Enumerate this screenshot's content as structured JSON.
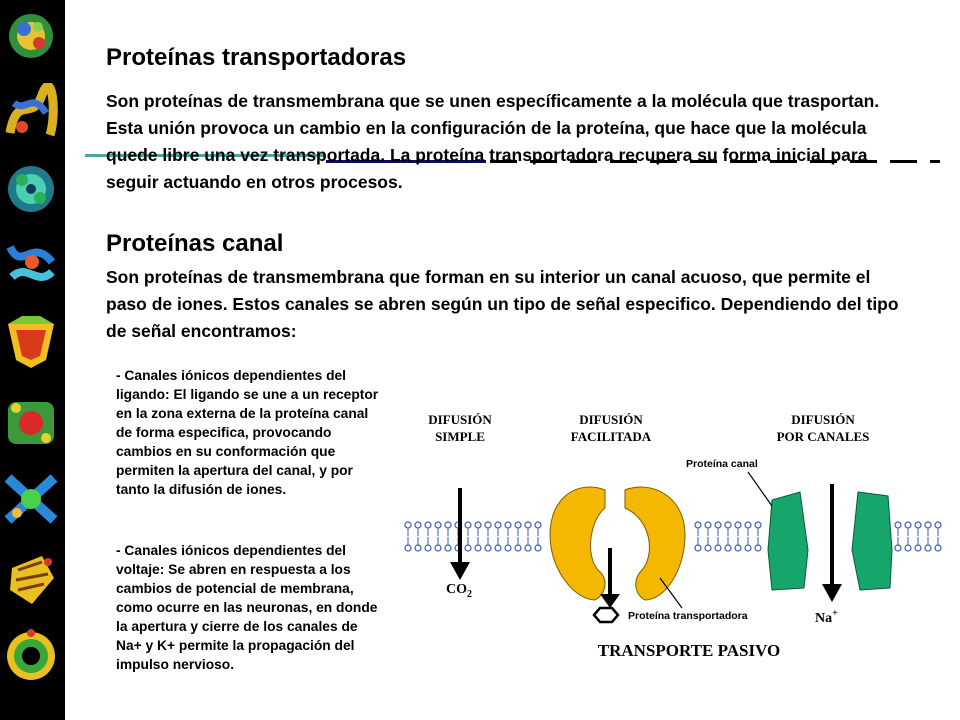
{
  "section1": {
    "title": "Proteínas transportadoras",
    "text": "Son proteínas de transmembrana que se unen específicamente a la molécula que trasportan. Esta unión provoca un cambio en la configuración de la proteína, que hace que la molécula quede libre una vez transportada. La proteína transportadora recupera su forma inicial para seguir actuando en otros procesos."
  },
  "section2": {
    "title": "Proteínas canal",
    "text": "Son proteínas de transmembrana que forman en su interior un canal acuoso, que permite el paso de iones. Estos canales se abren según un tipo de señal especifico. Dependiendo del tipo de señal encontramos:"
  },
  "bullets": [
    "- Canales iónicos dependientes del ligando: El ligando se une a un receptor en la zona externa de la proteína canal de forma especifica, provocando cambios en su conformación que permiten la apertura del canal, y por tanto la difusión de iones.",
    "- Canales iónicos dependientes del voltaje: Se abren en respuesta a los cambios de potencial de membrana, como ocurre en las neuronas, en donde la apertura y cierre de los canales de Na+ y K+ permite la propagación del impulso nervioso."
  ],
  "diagram": {
    "col1": [
      "DIFUSIÓN",
      "SIMPLE"
    ],
    "col2": [
      "DIFUSIÓN",
      "FACILITADA"
    ],
    "col3": [
      "DIFUSIÓN",
      "POR CANALES"
    ],
    "label_canal": "Proteína canal",
    "label_transportadora": "Proteína transportadora",
    "co2": "CO",
    "co2_sub": "2",
    "na": "Na",
    "na_sup": "+",
    "footer": "TRANSPORTE PASIVO",
    "colors": {
      "carrier": "#f5b800",
      "channel": "#16a56a"
    }
  }
}
